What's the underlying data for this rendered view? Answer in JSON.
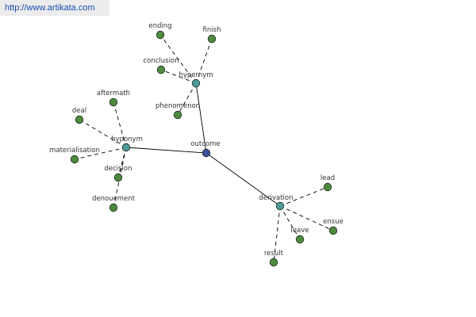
{
  "banner": {
    "url": "http://www.artikata.com"
  },
  "colors": {
    "background": "#ffffff",
    "edge": "#000000",
    "center_node": "#3f4f9a",
    "relation_node": "#4e9999",
    "word_node": "#4e8a3e",
    "label": "#333333"
  },
  "graph": {
    "center": {
      "id": "outcome",
      "label": "outcome",
      "kind": "center"
    },
    "relations": [
      {
        "id": "hypernym",
        "label": "hypernym",
        "kind": "relation"
      },
      {
        "id": "hyponym",
        "label": "hyponym",
        "kind": "relation"
      },
      {
        "id": "derivation",
        "label": "derivation",
        "kind": "relation"
      }
    ],
    "words": [
      {
        "id": "ending",
        "label": "ending",
        "parent": "hypernym"
      },
      {
        "id": "finish",
        "label": "finish",
        "parent": "hypernym"
      },
      {
        "id": "conclusion",
        "label": "conclusion",
        "parent": "hypernym"
      },
      {
        "id": "phenomenon",
        "label": "phenomenon",
        "parent": "hypernym"
      },
      {
        "id": "aftermath",
        "label": "aftermath",
        "parent": "hyponym"
      },
      {
        "id": "deal",
        "label": "deal",
        "parent": "hyponym"
      },
      {
        "id": "materialisation",
        "label": "materialisation",
        "parent": "hyponym"
      },
      {
        "id": "decision",
        "label": "decision",
        "parent": "hyponym"
      },
      {
        "id": "denouement",
        "label": "denouement",
        "parent": "hyponym"
      },
      {
        "id": "lead",
        "label": "lead",
        "parent": "derivation"
      },
      {
        "id": "ensue",
        "label": "ensue",
        "parent": "derivation"
      },
      {
        "id": "leave",
        "label": "leave",
        "parent": "derivation"
      },
      {
        "id": "result",
        "label": "result",
        "parent": "derivation"
      }
    ]
  }
}
